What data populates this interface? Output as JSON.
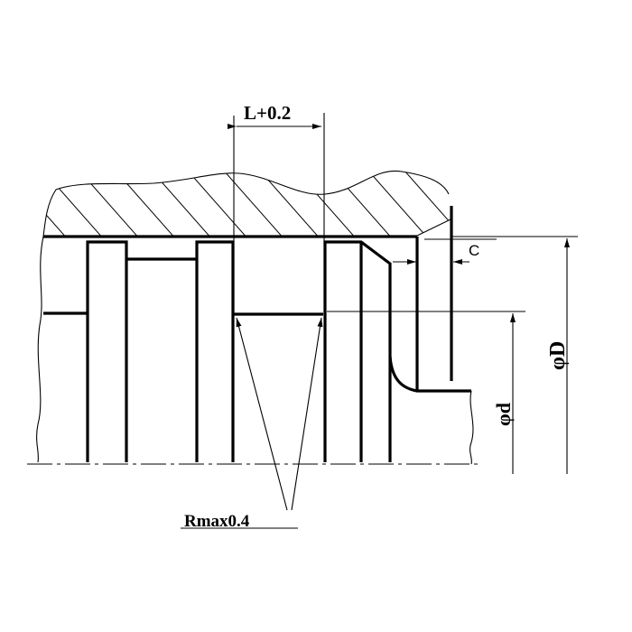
{
  "drawing": {
    "title": "Seal groove / retaining ring installation drawing",
    "labels": {
      "groove_width": "L+0.2",
      "chamfer": "C",
      "shaft_diameter": "φd",
      "bore_diameter": "φD",
      "fillet_radius": "Rmax0.4"
    },
    "colors": {
      "line": "#000000",
      "background": "#ffffff"
    }
  }
}
